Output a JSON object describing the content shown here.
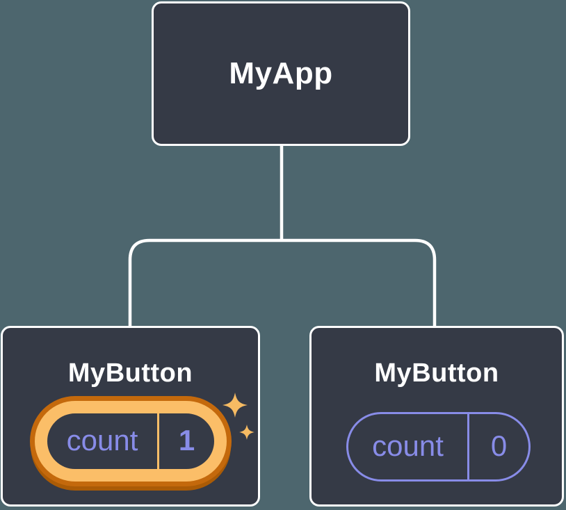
{
  "diagram": {
    "description": "Component tree diagram: parent component with two child components holding isolated state",
    "tree": {
      "root": {
        "label": "MyApp"
      },
      "children": [
        {
          "label": "MyButton",
          "state_name": "count",
          "state_value": "1",
          "highlighted": true
        },
        {
          "label": "MyButton",
          "state_name": "count",
          "state_value": "0",
          "highlighted": false
        }
      ]
    },
    "colors": {
      "background": "#4D666E",
      "node_fill": "#353A46",
      "node_border": "#FFFFFF",
      "label_text": "#FFFFFF",
      "state_accent": "#888CE8",
      "highlight_ring_light": "#FBBE68",
      "highlight_ring_dark": "#C4690C",
      "sparkle": "#F6BB63",
      "connector": "#FFFFFF"
    },
    "icons": {
      "sparkles": "sparkles-icon (two 4-point stars marking updated state)"
    }
  }
}
